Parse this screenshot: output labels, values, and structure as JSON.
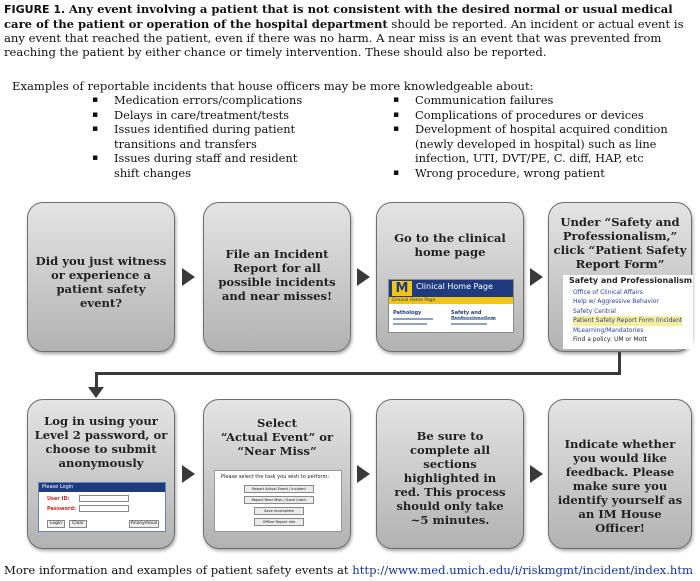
{
  "figure": {
    "label": "FIGURE 1.",
    "bold_lead": "Any event involving a patient that is not consistent with the desired normal or usual medical care of the patient or operation of the hospital department",
    "rest": " should be reported. An incident or actual event is any event that reached the patient, even if there was no harm. A near miss is an event that was prevented from reaching the patient by either chance or timely intervention. These should also be reported."
  },
  "intro": "Examples of reportable incidents that house officers may be more knowledgeable about:",
  "bullets_left": [
    "Medication errors/complications",
    "Delays in care/treatment/tests",
    "Issues identified during patient transitions and transfers",
    "Issues during staff and resident shift changes"
  ],
  "bullets_right": [
    "Communication failures",
    "Complications of procedures or devices",
    "Development of hospital acquired condition (newly developed in hospital) such as line infection, UTI, DVT/PE, C. diff, HAP, etc",
    "Wrong procedure, wrong patient"
  ],
  "steps": {
    "s1": "Did you just witness or experience a patient safety event?",
    "s2": "File an Incident Report for all possible incidents and near misses!",
    "s3": "Go to the clinical home page",
    "s4_prefix": "Under “",
    "s4_bold1": "Safety and Professionalism,",
    "s4_mid": "” click “",
    "s4_bold2": "Patient Safety Report Form",
    "s4_suffix": "”",
    "s5": "Log in using your Level 2 password, or choose to submit anonymously",
    "s6_prefix": "Select",
    "s6_opt1": "“Actual Event”",
    "s6_or": " or",
    "s6_opt2": "“Near Miss”",
    "s7": "Be sure to complete all sections highlighted in red. This process should only take ~5 minutes.",
    "s8": "Indicate whether you would like feedback. Please make sure you identify yourself as an IM House Officer!"
  },
  "screens": {
    "home_title": "Clinical Home Page",
    "home_tab1": "Clinical Home Page",
    "home_col1": "Pathology",
    "home_col2": "Safety and Professionalism",
    "menu_title": "Safety and Professionalism",
    "menu_items": [
      "Office of Clinical Affairs",
      "Help w/ Aggressive Behavior",
      "Safety Central",
      "Patient Safety Report Form (Incident",
      "MLearning/Mandatories",
      "Find a policy: UM or Mott"
    ],
    "login_title": "Please Login",
    "login_user": "User ID:",
    "login_pass": "Password:",
    "login_btn": "Login",
    "clear_btn": "Clear",
    "anon_btn": "Anonymous",
    "select_prompt": "Please select the task you wish to perform:",
    "select_options": [
      "Report Actual Event / Incident",
      "Report Near Miss / Good Catch",
      "Save Incomplete",
      "Offline Report Info"
    ]
  },
  "colors": {
    "maize": "#f2c417",
    "blue": "#1f3b80",
    "highlight": "#f5ee9a",
    "menu_link": "#2b3f9c"
  },
  "footer": {
    "text": "More information and examples of patient safety events at",
    "url": "http://www.med.umich.edu/i/riskmgmt/incident/index.htm"
  }
}
